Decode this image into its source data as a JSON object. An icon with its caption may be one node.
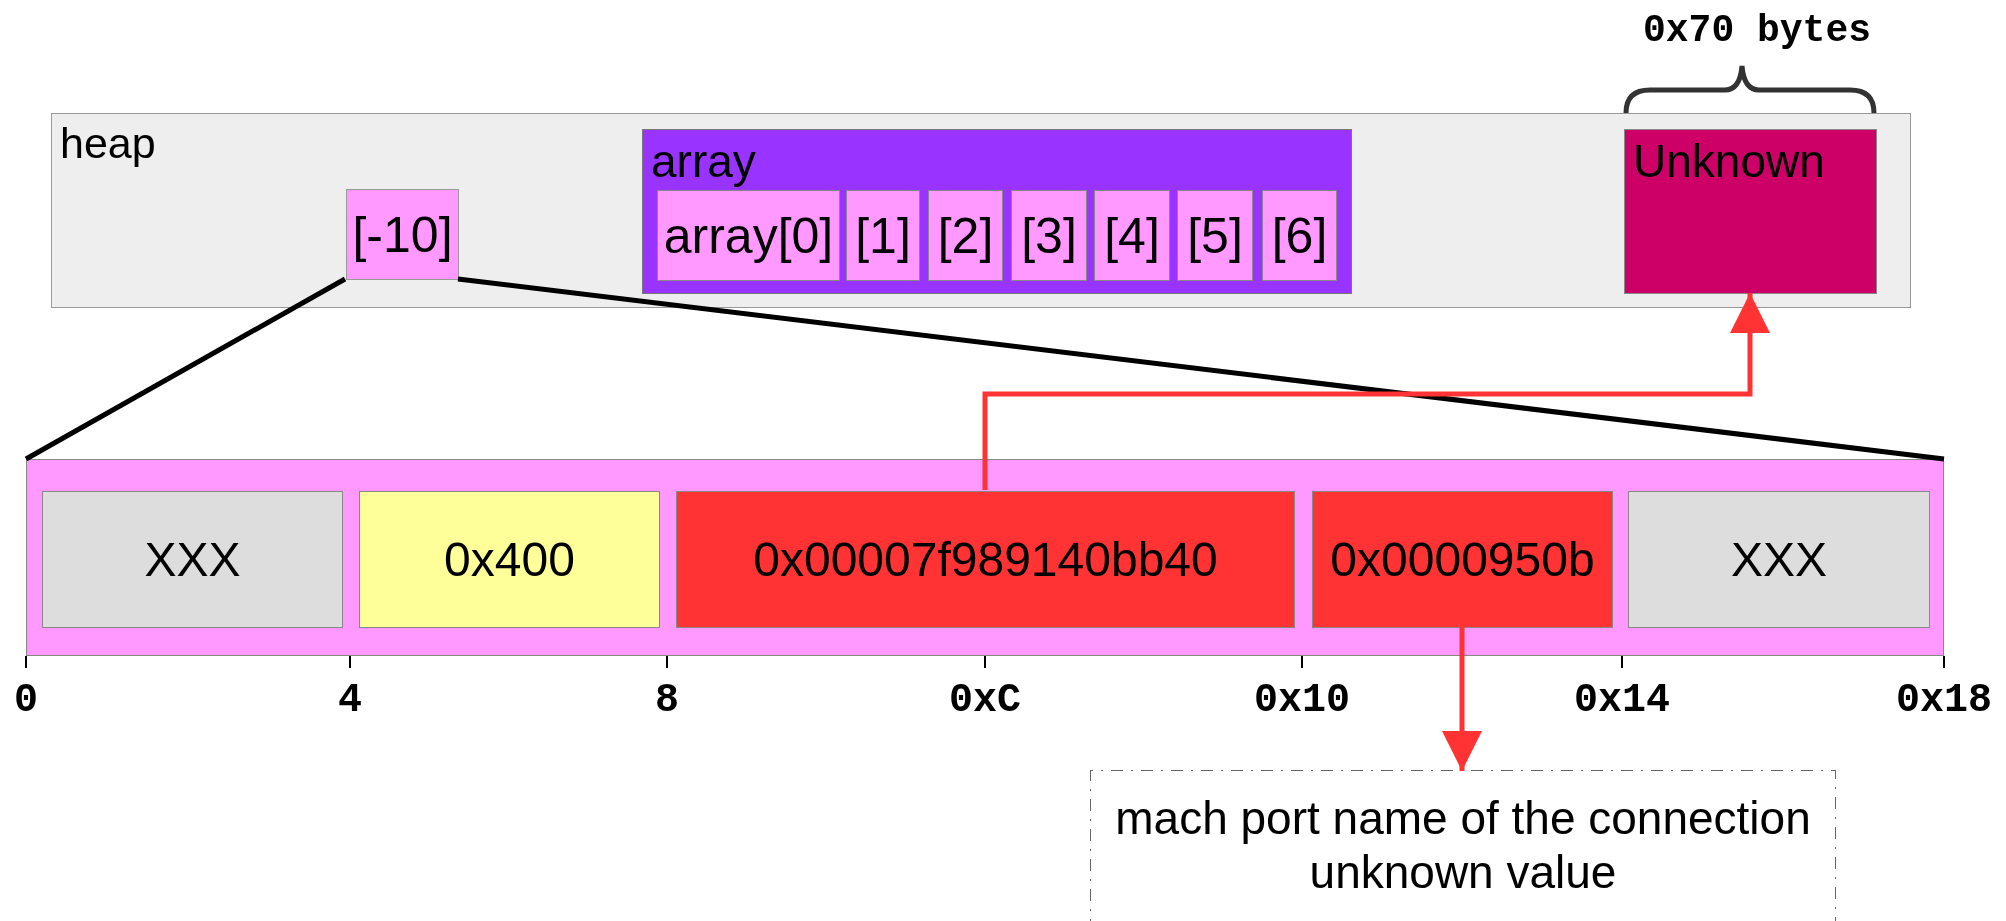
{
  "diagram": {
    "nodes": [
      {
        "text": [
          "heap"
        ]
      },
      {
        "text": [
          "[-10]"
        ],
        "in": 0
      },
      {
        "text": [
          "array"
        ],
        "in": 0
      },
      {
        "text": [
          "array[0]"
        ],
        "in": 2
      },
      {
        "text": [
          "[1]"
        ],
        "in": 2
      },
      {
        "text": [
          "[2]"
        ],
        "in": 2
      },
      {
        "text": [
          "[3]"
        ],
        "in": 2
      },
      {
        "text": [
          "[4]"
        ],
        "in": 2
      },
      {
        "text": [
          "[5]"
        ],
        "in": 2
      },
      {
        "text": [
          "[6]"
        ],
        "in": 2
      },
      {
        "text": [
          "Unknown"
        ],
        "in": 0
      },
      {
        "text": [],
        "shape": "box"
      },
      {
        "text": [
          "XXX"
        ],
        "in": 11
      },
      {
        "text": [
          "0x400"
        ],
        "in": 11
      },
      {
        "text": [
          "0x00007f989140bb40"
        ],
        "in": 11
      },
      {
        "text": [
          "0x0000950b"
        ],
        "in": 11
      },
      {
        "text": [
          "XXX"
        ],
        "in": 11
      },
      {
        "text": [
          "mach port name of the connection",
          "unknown value"
        ]
      }
    ],
    "edges": [
      {
        "from": 1,
        "to": 11,
        "arrow": "none"
      },
      {
        "from": 1,
        "to": 11,
        "arrow": "none"
      },
      {
        "from": 14,
        "to": 10,
        "arrow": "to",
        "color": "#ff3333"
      },
      {
        "from": 15,
        "to": 17,
        "arrow": "to",
        "color": "#ff3333"
      }
    ],
    "labels": [
      "0x70 bytes",
      "0",
      "4",
      "8",
      "0xC",
      "0x10",
      "0x14",
      "0x18"
    ]
  }
}
